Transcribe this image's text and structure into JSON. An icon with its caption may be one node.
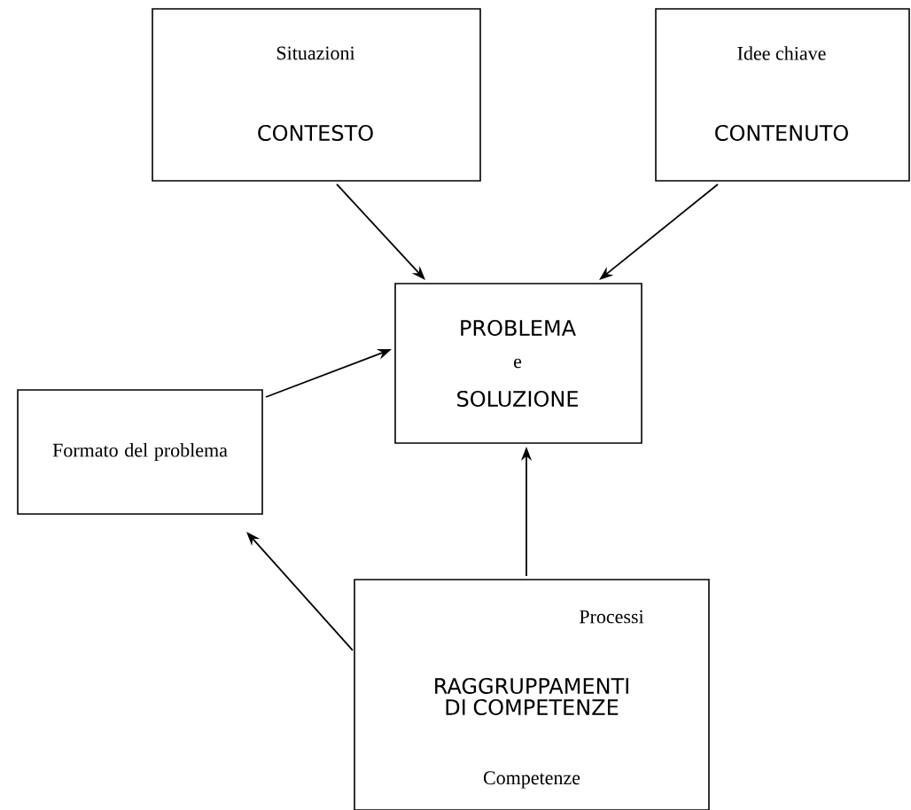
{
  "diagram": {
    "nodes": [
      {
        "text": [
          "Situazioni",
          "CONTESTO"
        ]
      },
      {
        "text": [
          "Idee chiave",
          "CONTENUTO"
        ]
      },
      {
        "text": [
          "PROBLEMA",
          "e",
          "SOLUZIONE"
        ]
      },
      {
        "text": [
          "Formato del problema"
        ]
      },
      {
        "text": [
          "Processi",
          "RAGGRUPPAMENTI DI COMPETENZE",
          "Competenze"
        ]
      }
    ],
    "edges": [
      {
        "from": 0,
        "to": 2,
        "arrow": "to"
      },
      {
        "from": 1,
        "to": 2,
        "arrow": "to"
      },
      {
        "from": 3,
        "to": 2,
        "arrow": "to"
      },
      {
        "from": 4,
        "to": 3,
        "arrow": "to"
      },
      {
        "from": 4,
        "to": 2,
        "arrow": "to"
      }
    ]
  }
}
